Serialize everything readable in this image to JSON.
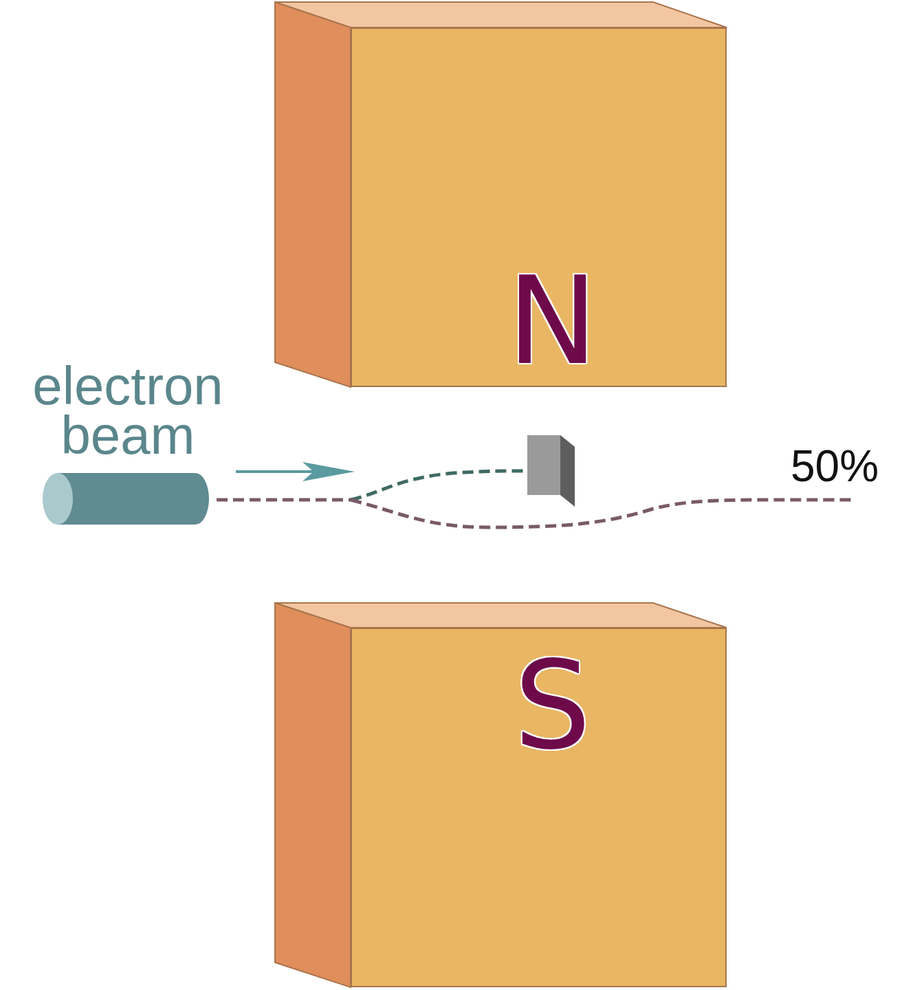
{
  "diagram": {
    "nodes": [
      {
        "text": [
          "N"
        ]
      },
      {
        "text": [
          "S"
        ]
      }
    ],
    "labels": [
      "electron beam",
      "50%"
    ]
  }
}
